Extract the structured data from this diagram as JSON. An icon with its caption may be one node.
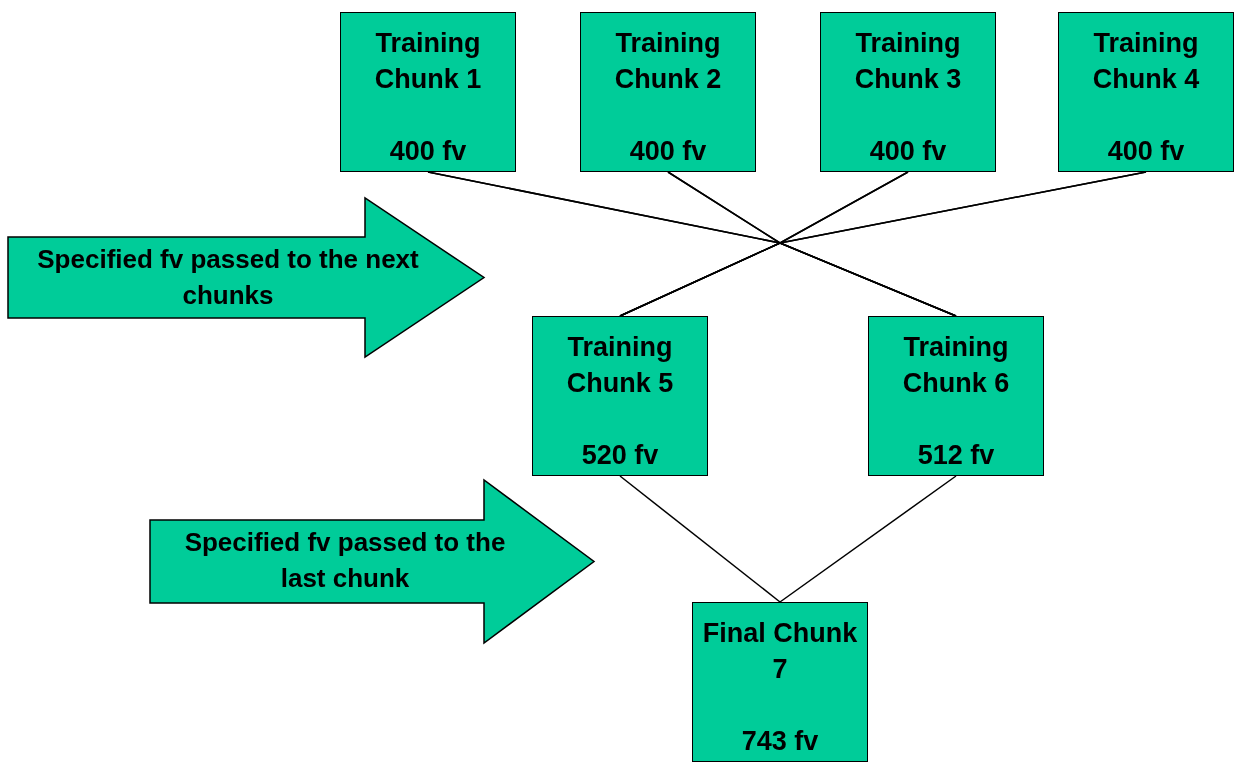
{
  "diagram": {
    "nodes": [
      {
        "text": [
          "Training Chunk 1",
          "400 fv"
        ]
      },
      {
        "text": [
          "Training Chunk 2",
          "400 fv"
        ]
      },
      {
        "text": [
          "Training Chunk 3",
          "400 fv"
        ]
      },
      {
        "text": [
          "Training Chunk 4",
          "400 fv"
        ]
      },
      {
        "text": [
          "Specified fv passed to the next chunks"
        ]
      },
      {
        "text": [
          "Training Chunk 5",
          "520 fv"
        ]
      },
      {
        "text": [
          "Training Chunk 6",
          "512 fv"
        ]
      },
      {
        "text": [
          "Specified fv passed to the last chunk"
        ]
      },
      {
        "text": [
          "Final Chunk 7",
          "743 fv"
        ]
      }
    ],
    "edges": [
      {
        "from": 0,
        "to": 5,
        "arrow": "none"
      },
      {
        "from": 0,
        "to": 6,
        "arrow": "none"
      },
      {
        "from": 1,
        "to": 5,
        "arrow": "none"
      },
      {
        "from": 1,
        "to": 6,
        "arrow": "none"
      },
      {
        "from": 2,
        "to": 5,
        "arrow": "none"
      },
      {
        "from": 2,
        "to": 6,
        "arrow": "none"
      },
      {
        "from": 3,
        "to": 5,
        "arrow": "none"
      },
      {
        "from": 3,
        "to": 6,
        "arrow": "none"
      },
      {
        "from": 5,
        "to": 8,
        "arrow": "none"
      },
      {
        "from": 6,
        "to": 8,
        "arrow": "none"
      }
    ]
  }
}
